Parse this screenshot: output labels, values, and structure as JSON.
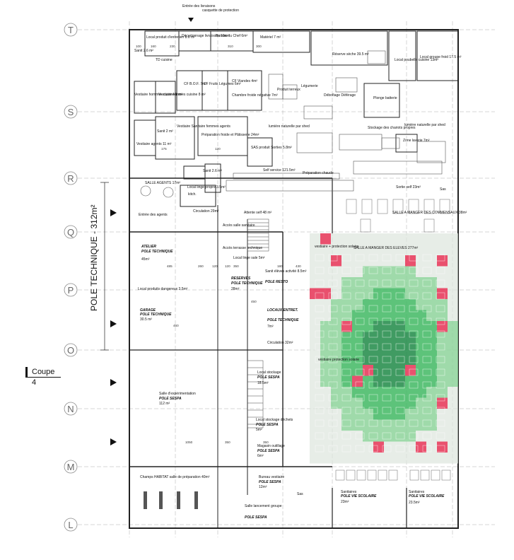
{
  "grid_letters": [
    "T",
    "S",
    "R",
    "Q",
    "P",
    "O",
    "N",
    "M",
    "L"
  ],
  "side_label": "POLE TECHNIQUE - 312m²",
  "coupe_label": "Coupe 4",
  "top_notes": {
    "entry": "Entrée des livraisons",
    "canopy": "casquette de protection"
  },
  "rooms": {
    "local_produit": "Local produit d'entretien 8.6 m²",
    "decartonnage": "Décartonnage livraisons 10m²",
    "bureau_chef": "Bureau du Chef 6m²",
    "materiel": "Matériel 7 m²",
    "reserve_seche": "Réserve sèche 39.5 m²",
    "local_poubelle": "Local poubelle cuisine 13m²",
    "local_groupe": "Local groupe froid 17.5 m²",
    "sanit_top": "Sanit 2.6 m²",
    "td_cuisine": "TD cuisine",
    "cf_bof": "CF B.O.F. 7m²",
    "cf_fruits": "CF Fruits Légumes 6m²",
    "cf_viandes": "CF Viandes 4m²",
    "chambre_froide": "Chambre froide négative 7m²",
    "produit_terreux": "Produit terreux",
    "legumerie": "Légumerie",
    "deboitage": "Déboîtage Déférage",
    "plonge": "Plonge batterie",
    "vest_hommes": "Vestiaire hommes cuisine 8 m²",
    "vest_femmes": "Vestiaire femmes cuisine 8 m²",
    "lum1": "lumière naturelle par shed",
    "lum2": "lumière naturelle par shed",
    "stockage_chariots": "Stockage des chariots propres",
    "prep_froide": "Préparation froide et Pâtisserie 24m²",
    "sas_produit": "SAS produit Sorties 5.8m²",
    "zone_laverie": "Zone laverie 7m²",
    "sanit2": "Sanit 2 m²",
    "vest_agents": "Vestiaire agents 11 m²",
    "vest_sanit_femmes": "Vestiaire Sanitaire femmes agents",
    "self_service": "Self service 121.5m²",
    "prep_chaude": "Préparation chaude",
    "sanit3": "Sanit 2.6 m²",
    "local_linge_propre": "Local linge propre 3.5m²",
    "kitch": "kitch.",
    "salle_agents": "SALLE AGENTS 17m²",
    "sortie_self": "Sortie self 23m²",
    "sas_top": "Sas",
    "entree_agents": "Entrée des agents",
    "circulation1": "Circulation 29m²",
    "attente_self": "Attente self 48 m²",
    "salle_manger_comm": "SALLE A MANGER DES COMMENSAUX 38m²",
    "acces_sanitaire": "Accès salle sanitaire",
    "acces_terrasse": "Accès terrasse technique",
    "atelier": "ATELIER",
    "atelier_area": "45m²",
    "local_linge_sale": "Local linge sale 5m²",
    "salle_manger_eleves": "SALLE A MANGER DES ELEVES 277m²",
    "vestiaire_pmr": "vestiaire + protection solaire",
    "reserves": "RESERVES",
    "reserves_area": "28m²",
    "sanit_eleves": "Sanit élèves activité 8.5m²",
    "local_dangereux": "Local produits dangereux 3.5m²",
    "locaux_entret": "LOCAUX ENTRET.",
    "locaux_entret_area": "7m²",
    "garage": "GARAGE",
    "garage_area": "30.5 m²",
    "circulation2": "Circulation 32m²",
    "salle_experimentation": "Salle d'expérimentation",
    "salle_exp_area": "112 m²",
    "local_stockage": "Local stockage",
    "local_stockage_area": "18.5m²",
    "local_stockage_dechets": "Local stockage déchets",
    "local_stockage_dechets_area": "5m²",
    "magasin_outillage": "Magasin outillage",
    "magasin_area": "6m²",
    "champs_habitat": "Champs HABITAT salle de préparation 40m²",
    "bureau_vestiaire": "Bureau vestiaire",
    "bureau_vest_area": "12m²",
    "salle_lancement": "Salle lancement groupe",
    "sas_bottom": "Sas",
    "sanitaires1": "Sanitaires",
    "sanitaires1_area": "23m²",
    "sanitaires2": "Sanitaires",
    "sanitaires2_area": "23.5m²",
    "vestiaire_protection": "vestiaire protection solaire"
  },
  "pole_tags": {
    "technique": "POLE TECHNIQUE",
    "sespa": "POLE SESPA",
    "vie_scolaire": "POLE VIE SCOLAIRE",
    "resto": "POLE RESTO"
  },
  "dimensions": [
    "100",
    "160",
    "230",
    "310",
    "300",
    "350",
    "120",
    "120",
    "260",
    "175",
    "120",
    "180",
    "485",
    "1050",
    "350",
    "350",
    "430",
    "460",
    "450"
  ],
  "colors": {
    "heat_light": "#dde5dd",
    "heat_mid": "#8ed49b",
    "heat_green": "#41b963",
    "heat_dark": "#1f8a47",
    "hotspot": "#e53355",
    "wall": "#222222"
  }
}
